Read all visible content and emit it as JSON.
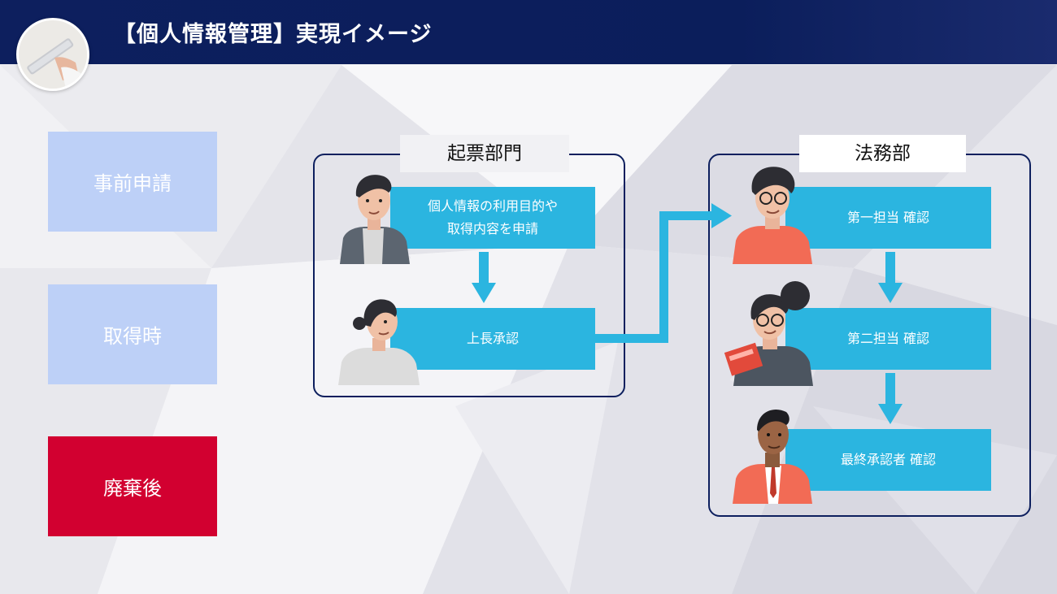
{
  "header": {
    "title": "【個人情報管理】実現イメージ"
  },
  "phases": [
    {
      "label": "事前申請",
      "state": "inactive"
    },
    {
      "label": "取得時",
      "state": "inactive"
    },
    {
      "label": "廃棄後",
      "state": "active"
    }
  ],
  "departments": {
    "requester": {
      "label": "起票部門",
      "steps": [
        {
          "line1": "個人情報の利用目的や",
          "line2": "取得内容を申請"
        },
        {
          "line1": "上長承認"
        }
      ]
    },
    "legal": {
      "label": "法務部",
      "steps": [
        {
          "line1": "第一担当 確認"
        },
        {
          "line1": "第二担当 確認"
        },
        {
          "line1": "最終承認者 確認"
        }
      ]
    }
  },
  "colors": {
    "header_bg": "#0d1f5e",
    "phase_inactive": "#bdd0f7",
    "phase_active": "#d20030",
    "step_bg": "#2bb5e0",
    "frame_border": "#0d1f5e"
  }
}
